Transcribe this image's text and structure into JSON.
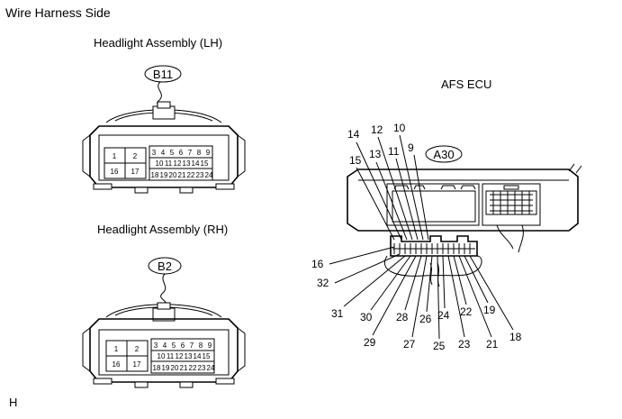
{
  "header": {
    "title": "Wire Harness Side"
  },
  "connectors": {
    "lh": {
      "title": "Headlight Assembly (LH)",
      "code": "B11",
      "big_pins": [
        "1",
        "2",
        "16",
        "17"
      ],
      "small_top": [
        "3",
        "4",
        "5",
        "6",
        "7",
        "8",
        "9"
      ],
      "small_mid": [
        "10",
        "11",
        "12",
        "13",
        "14",
        "15"
      ],
      "small_bot": [
        "18",
        "19",
        "20",
        "21",
        "22",
        "23",
        "24"
      ]
    },
    "rh": {
      "title": "Headlight Assembly (RH)",
      "code": "B2",
      "big_pins": [
        "1",
        "2",
        "16",
        "17"
      ],
      "small_top": [
        "3",
        "4",
        "5",
        "6",
        "7",
        "8",
        "9"
      ],
      "small_mid": [
        "10",
        "11",
        "12",
        "13",
        "14",
        "15"
      ],
      "small_bot": [
        "18",
        "19",
        "20",
        "21",
        "22",
        "23",
        "24"
      ]
    },
    "ecu": {
      "title": "AFS ECU",
      "code": "A30",
      "top_pins": [
        "15",
        "14",
        "13",
        "12",
        "11",
        "10",
        "9"
      ],
      "left_pins": [
        "16",
        "32",
        "31",
        "30",
        "29",
        "28",
        "27",
        "26",
        "25"
      ],
      "right_pins": [
        "24",
        "23",
        "22",
        "21",
        "19",
        "18"
      ]
    }
  },
  "footer": {
    "mark": "H"
  }
}
